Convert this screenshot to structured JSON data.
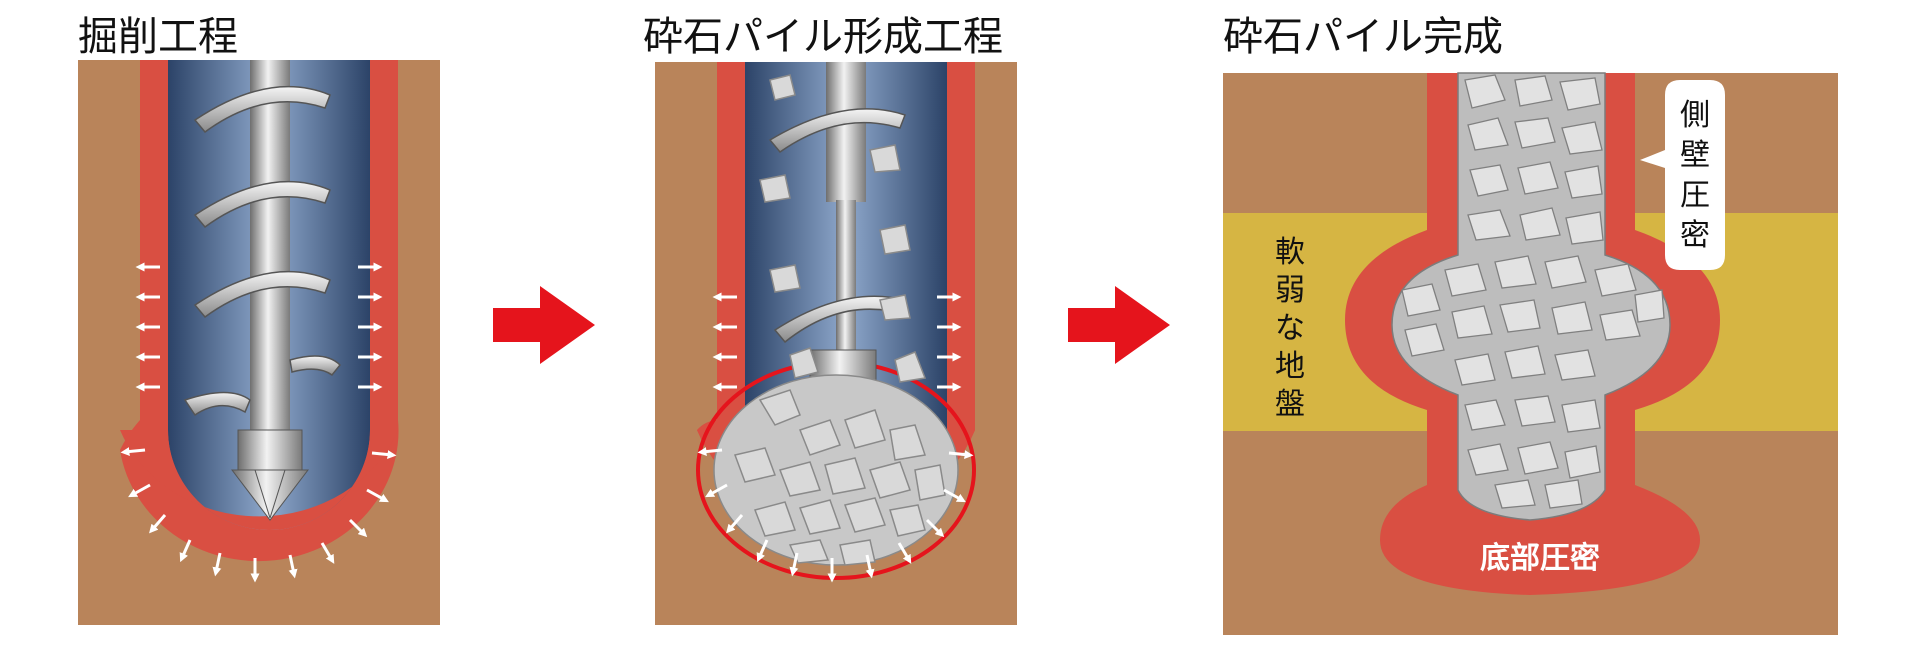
{
  "steps": [
    {
      "title": "掘削工程"
    },
    {
      "title": "砕石パイル形成工程"
    },
    {
      "title": "砕石パイル完成"
    }
  ],
  "labels": {
    "side_compaction": "側壁圧密",
    "soft_ground": "軟弱な地盤",
    "bottom_compaction": "底部圧密"
  },
  "colors": {
    "soil": "#b9845a",
    "compacted_zone": "#d94f42",
    "soft_layer": "#d6b543",
    "flow_arrow": "#e5141c",
    "bore": "#4a6a96"
  }
}
